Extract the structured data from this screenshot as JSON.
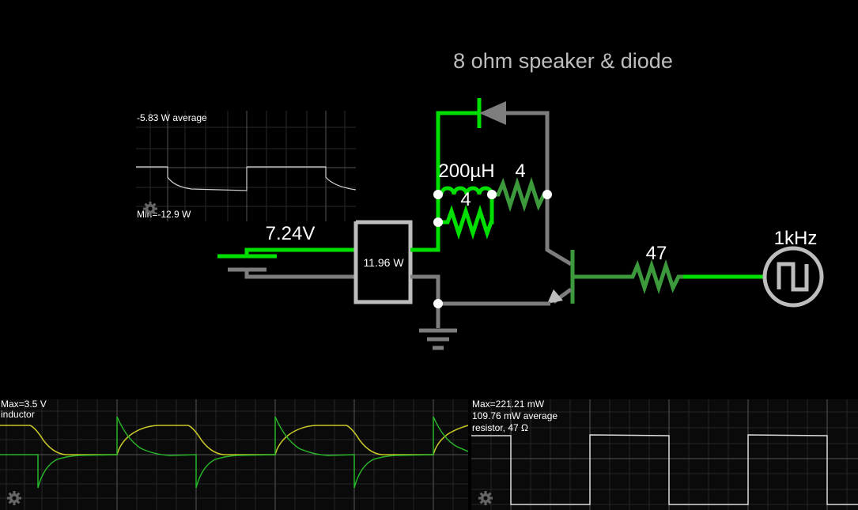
{
  "title": "8 ohm speaker & diode",
  "labels": {
    "battery_voltage": "7.24V",
    "power_meter": "11.96 W",
    "inductor": "200µH",
    "resistor_top": "4",
    "resistor_parallel": "4",
    "resistor_base": "47",
    "frequency": "1kHz"
  },
  "scopes": {
    "power": {
      "line1": "-5.83 W average",
      "line2": "Min=-12.9 W"
    },
    "inductor": {
      "line1": "Max=3.5 V",
      "line2": "inductor"
    },
    "resistor": {
      "line1": "Max=221.21 mW",
      "line2": "109.76 mW average",
      "line3": "resistor, 47 Ω"
    }
  },
  "colors": {
    "live_wire": "#00e000",
    "ground_wire": "#7d7d7d",
    "trace_yellow": "#c8c828",
    "trace_green": "#28b428",
    "trace_white": "#dcdcdc",
    "label_gray": "#bdbdbd"
  },
  "icons": [
    "gear-icon",
    "battery-icon",
    "ground-icon",
    "diode-icon",
    "inductor-icon",
    "resistor-icon",
    "transistor-icon",
    "square-wave-source-icon"
  ]
}
